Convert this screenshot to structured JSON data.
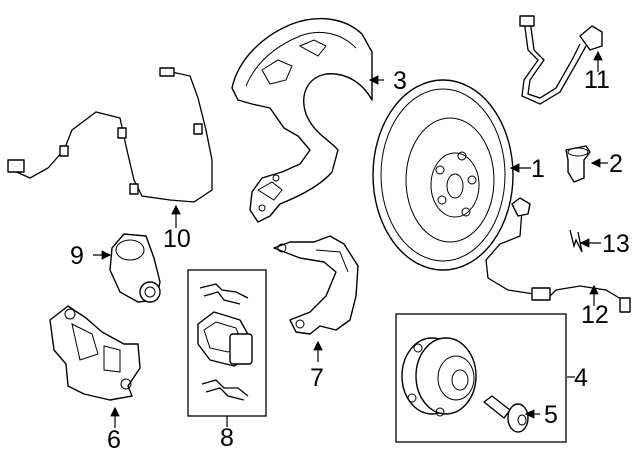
{
  "diagram": {
    "callouts": {
      "c1": "1",
      "c2": "2",
      "c3": "3",
      "c4": "4",
      "c5": "5",
      "c6": "6",
      "c7": "7",
      "c8": "8",
      "c9": "9",
      "c10": "10",
      "c11": "11",
      "c12": "12",
      "c13": "13"
    },
    "colors": {
      "line": "#000000",
      "background": "#ffffff"
    }
  }
}
